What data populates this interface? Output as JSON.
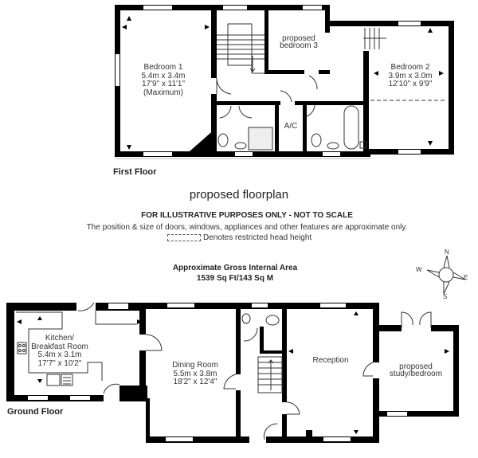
{
  "title": "proposed floorplan",
  "disclaimer": {
    "heading": "FOR ILLUSTRATIVE PURPOSES ONLY - NOT TO SCALE",
    "note": "The position & size of doors, windows, appliances and other features are approximate only.",
    "legend": "Denotes restricted head height"
  },
  "gross_area": {
    "label": "Approximate Gross Internal Area",
    "value": "1539 Sq Ft/143 Sq M"
  },
  "compass": {
    "n": "N",
    "s": "S",
    "e": "E",
    "w": "W"
  },
  "first_floor": {
    "label": "First Floor",
    "rooms": [
      {
        "name": "Bedroom 1",
        "metric": "5.4m x 3.4m",
        "imperial": "17'9\" x 11'1\"",
        "note": "(Maximum)"
      },
      {
        "name": "proposed",
        "name2": "bedroom 3"
      },
      {
        "name": "Bedroom 2",
        "metric": "3.9m x 3.0m",
        "imperial": "12'10\" x 9'9\""
      },
      {
        "name": "A/C"
      }
    ]
  },
  "ground_floor": {
    "label": "Ground Floor",
    "rooms": [
      {
        "name": "Kitchen/",
        "name2": "Breakfast Room",
        "metric": "5.4m x 3.1m",
        "imperial": "17'7\" x 10'2\""
      },
      {
        "name": "Dining Room",
        "metric": "5.5m x 3.8m",
        "imperial": "18'2\" x 12'4\""
      },
      {
        "name": "Reception"
      },
      {
        "name": "proposed",
        "name2": "study/bedroom"
      }
    ]
  }
}
